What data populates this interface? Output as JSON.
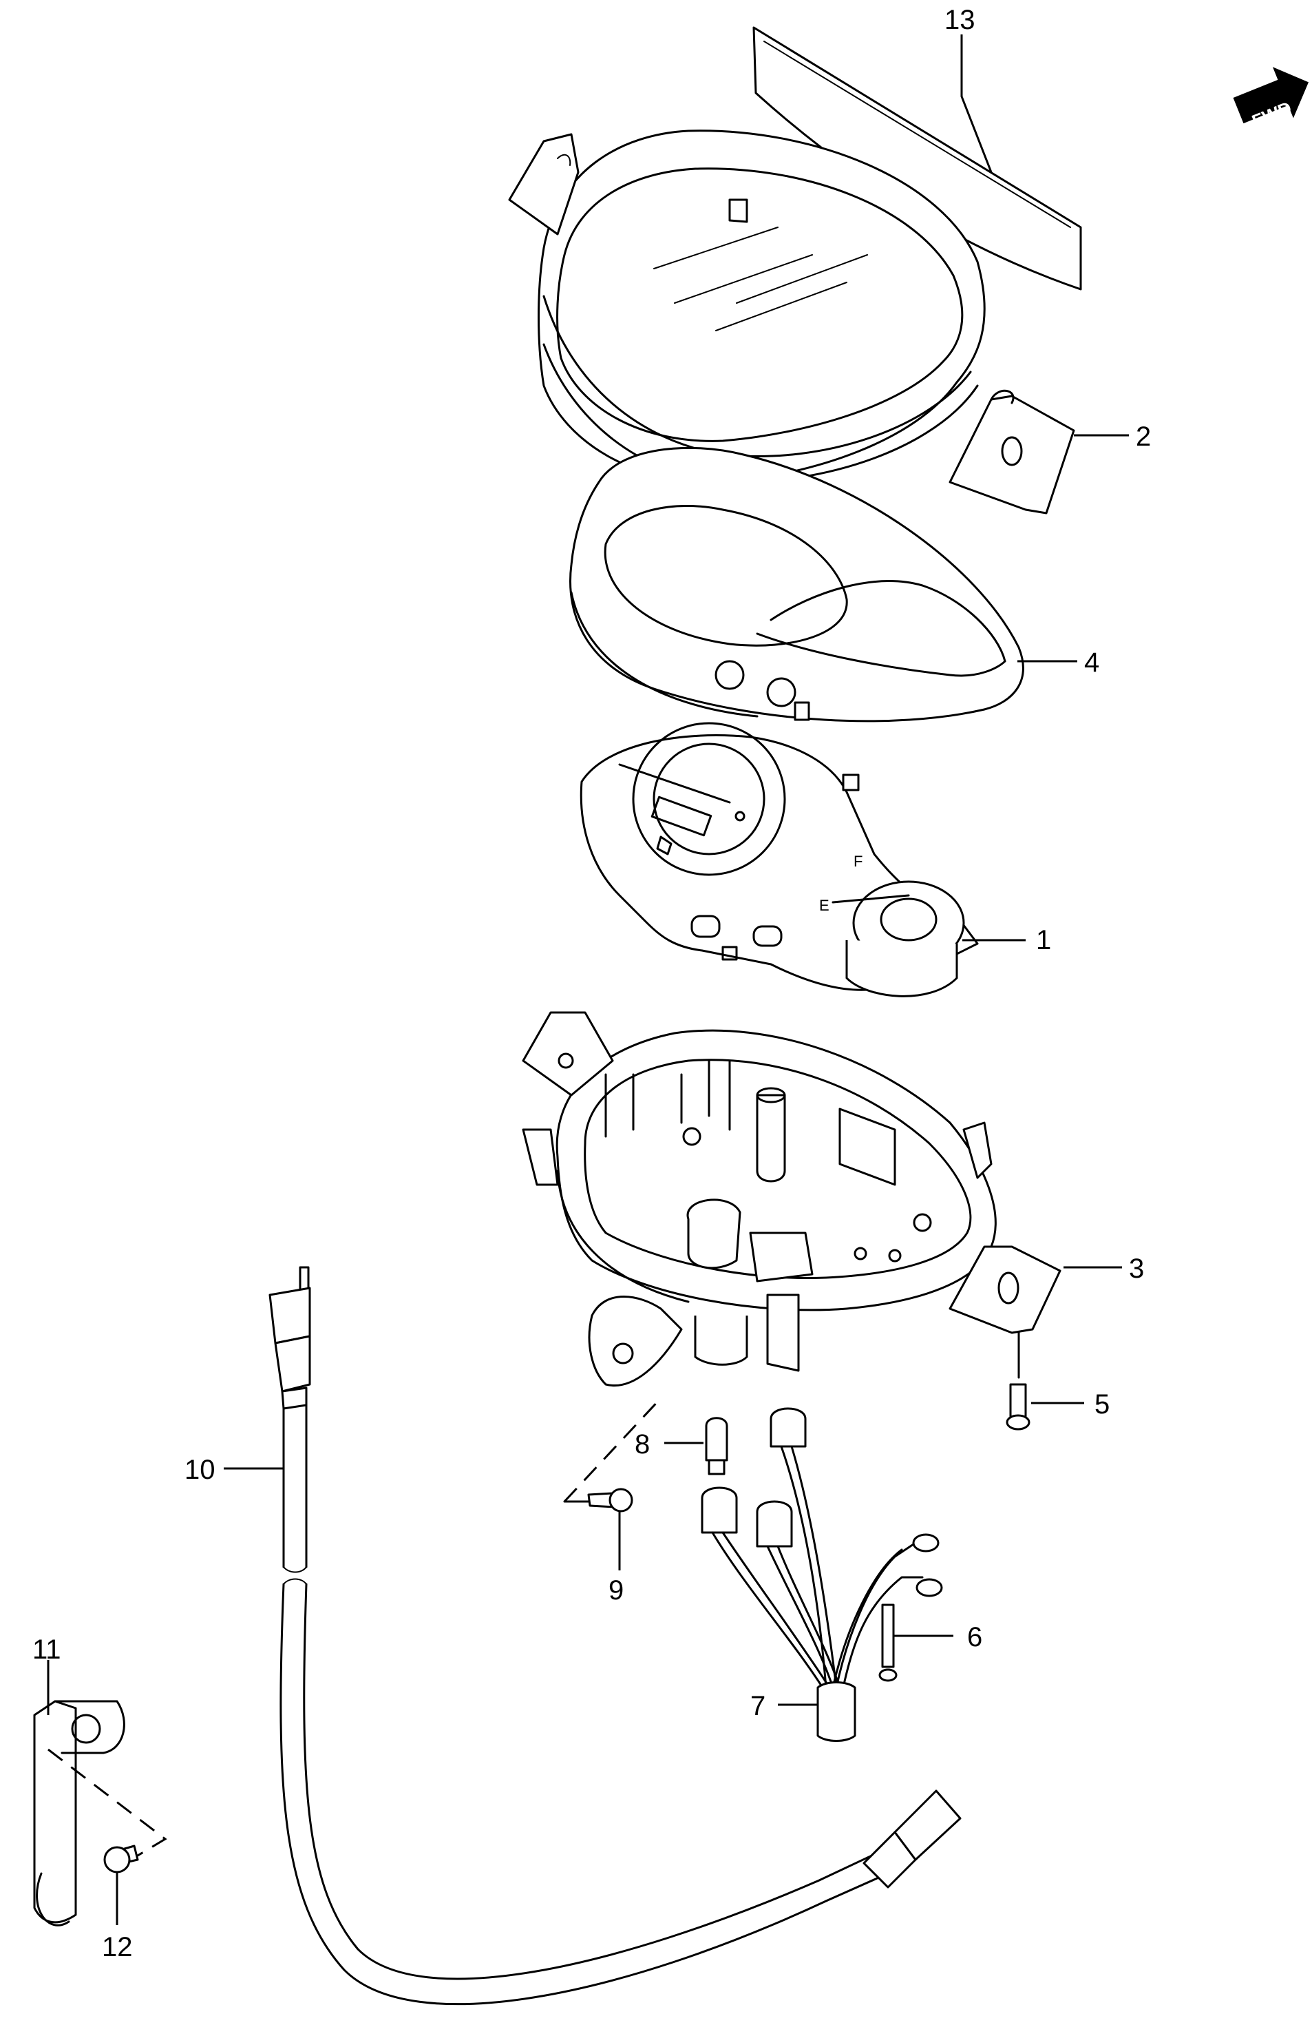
{
  "fwd_indicator": {
    "label": "FWD",
    "icon": "forward-arrow-icon"
  },
  "callouts": [
    {
      "id": "13",
      "text": "13"
    },
    {
      "id": "2",
      "text": "2"
    },
    {
      "id": "4",
      "text": "4"
    },
    {
      "id": "1",
      "text": "1"
    },
    {
      "id": "3",
      "text": "3"
    },
    {
      "id": "5",
      "text": "5"
    },
    {
      "id": "8",
      "text": "8"
    },
    {
      "id": "10",
      "text": "10"
    },
    {
      "id": "9",
      "text": "9"
    },
    {
      "id": "6",
      "text": "6"
    },
    {
      "id": "7",
      "text": "7"
    },
    {
      "id": "11",
      "text": "11"
    },
    {
      "id": "12",
      "text": "12"
    }
  ],
  "dial_markings": {
    "fuel_full": "F",
    "fuel_empty": "E"
  }
}
